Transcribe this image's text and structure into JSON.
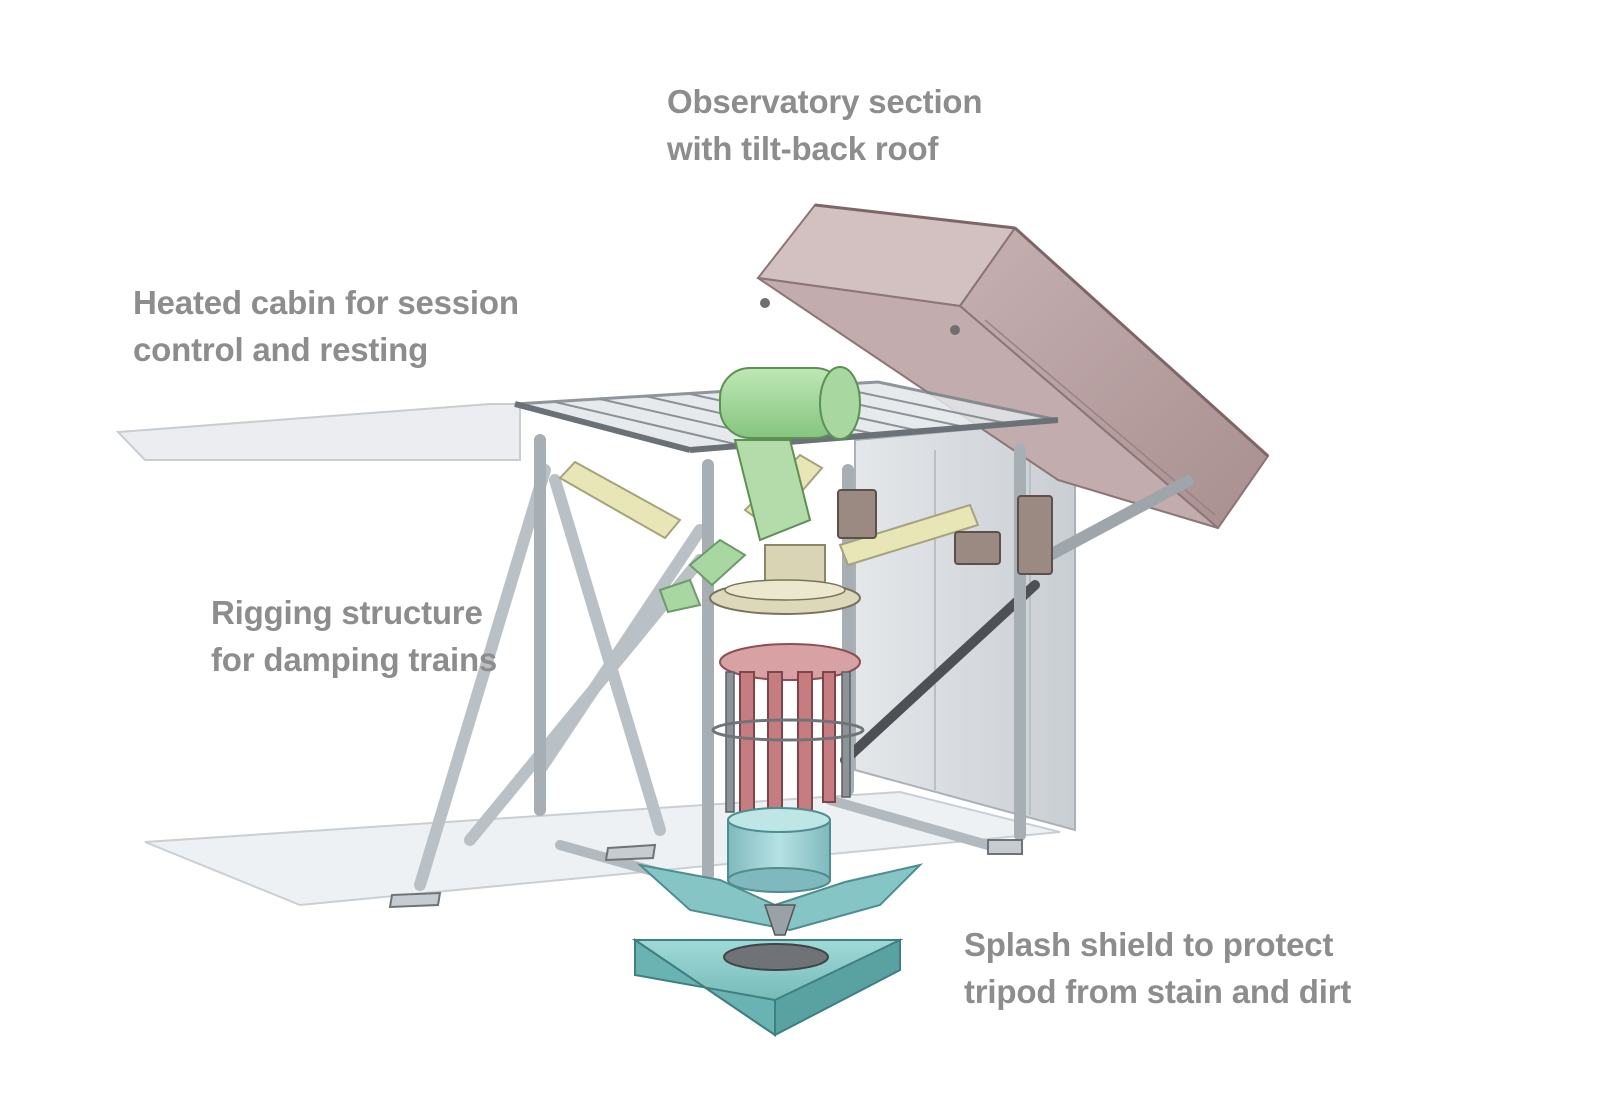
{
  "labels": {
    "observatory": {
      "line1": "Observatory section",
      "line2": "with tilt-back roof"
    },
    "cabin": {
      "line1": "Heated cabin for session",
      "line2": "control and resting"
    },
    "rigging": {
      "line1": "Rigging structure",
      "line2": "for damping trains"
    },
    "splash": {
      "line1": "Splash shield to protect",
      "line2": "tripod from stain and dirt"
    }
  },
  "colors": {
    "roof": "#b39a9b",
    "frame": "#a8b0b6",
    "motor": "#9fd49a",
    "damper": "#e6e3b4",
    "tripod": "#c98286",
    "shield": "#7cc3c1",
    "panel": "#d5dade"
  }
}
